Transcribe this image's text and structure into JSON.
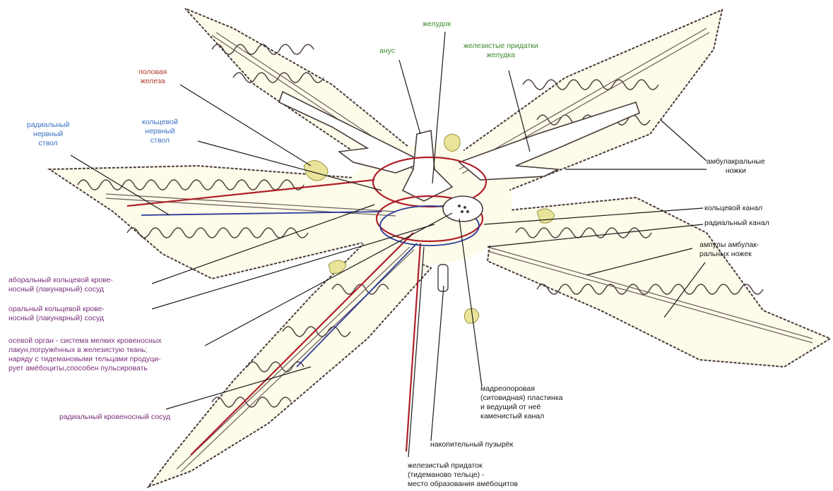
{
  "colors": {
    "arm_fill": "#fdfbe9",
    "arm_edge": "#c9a25a",
    "outline": "#4a3a3a",
    "blood_red": "#b01e2a",
    "nerve_blue": "#2a3a9a",
    "gonad": "#e9e49a",
    "label_green": "#3d8a2e",
    "label_red": "#b23a2a",
    "label_blue": "#3a6fc4",
    "label_purple": "#7b2f7a"
  },
  "labels": {
    "stomach": "желудок",
    "anus": "анус",
    "gastric_glands": "железистые придатки\nжелудка",
    "gonad": "половая\nжелеза",
    "ring_nerve": "кольцевой\nнервный\nствол",
    "radial_nerve": "радиальный\nнервный\nствол",
    "tube_feet": "амбулакральные\nножки",
    "ring_canal": "кольцевой канал",
    "radial_canal": "радиальный канал",
    "ampullae": "ампулы амбулак-\nральных ножек",
    "aboral_sinus": "аборальный кольцевой крове-\nносный (лакунарный) сосуд",
    "oral_sinus": "оральный кольцевой крове-\nносный (лакунарный) сосуд",
    "axial_organ": "осевой орган - система мелких кровеносных\nлакун,погружённых в железистую ткань;\nнаряду с тидемановыми тельцами продуци-\nрует амёбоциты,способен пульсировать",
    "radial_vessel": "радиальный кровеносный сосуд",
    "madreporite": "мадреопоровая\n(ситовидная) пластинка\nи ведущий от неё\nкаменистый канал",
    "polian_vesicle": "накопительный пузырёк",
    "tiedemann_body": "железистый придаток\n(тидеманово тельце) -\nместо образования амёбоцитов"
  }
}
